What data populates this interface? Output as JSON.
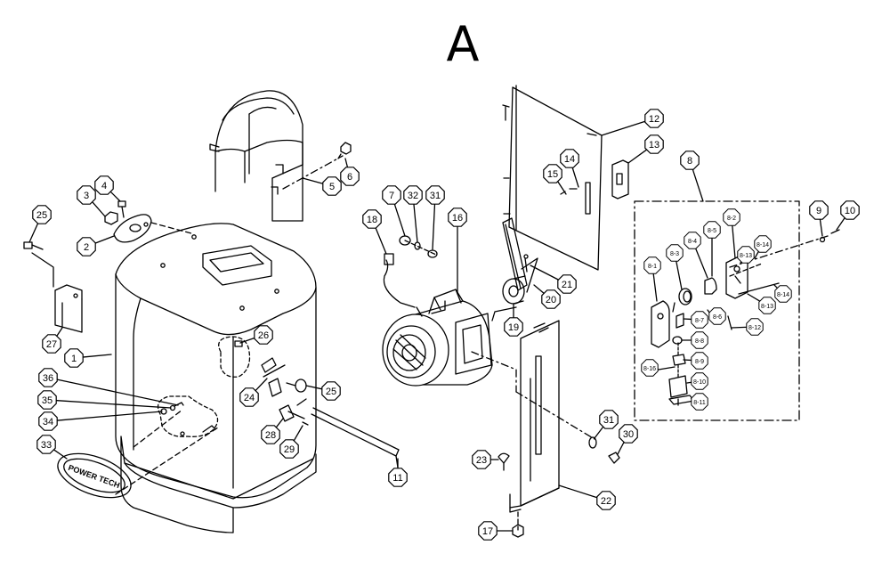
{
  "diagram": {
    "title": "A",
    "brand_plate_text": "POWER TECH",
    "callouts": [
      {
        "id": "c1",
        "label": "1"
      },
      {
        "id": "c2",
        "label": "2"
      },
      {
        "id": "c3",
        "label": "3"
      },
      {
        "id": "c4",
        "label": "4"
      },
      {
        "id": "c5",
        "label": "5"
      },
      {
        "id": "c6",
        "label": "6"
      },
      {
        "id": "c7",
        "label": "7"
      },
      {
        "id": "c8",
        "label": "8"
      },
      {
        "id": "c9",
        "label": "9"
      },
      {
        "id": "c10",
        "label": "10"
      },
      {
        "id": "c11",
        "label": "11"
      },
      {
        "id": "c12",
        "label": "12"
      },
      {
        "id": "c13",
        "label": "13"
      },
      {
        "id": "c14",
        "label": "14"
      },
      {
        "id": "c15",
        "label": "15"
      },
      {
        "id": "c16",
        "label": "16"
      },
      {
        "id": "c17",
        "label": "17"
      },
      {
        "id": "c18",
        "label": "18"
      },
      {
        "id": "c19",
        "label": "19"
      },
      {
        "id": "c20",
        "label": "20"
      },
      {
        "id": "c21",
        "label": "21"
      },
      {
        "id": "c22",
        "label": "22"
      },
      {
        "id": "c23",
        "label": "23"
      },
      {
        "id": "c24",
        "label": "24"
      },
      {
        "id": "c25a",
        "label": "25"
      },
      {
        "id": "c25b",
        "label": "25"
      },
      {
        "id": "c26",
        "label": "26"
      },
      {
        "id": "c27",
        "label": "27"
      },
      {
        "id": "c28",
        "label": "28"
      },
      {
        "id": "c29",
        "label": "29"
      },
      {
        "id": "c30",
        "label": "30"
      },
      {
        "id": "c31a",
        "label": "31"
      },
      {
        "id": "c31b",
        "label": "31"
      },
      {
        "id": "c32",
        "label": "32"
      },
      {
        "id": "c33",
        "label": "33"
      },
      {
        "id": "c34",
        "label": "34"
      },
      {
        "id": "c35",
        "label": "35"
      },
      {
        "id": "c36",
        "label": "36"
      }
    ],
    "sub_labels": [
      {
        "id": "s1",
        "label": "8-1"
      },
      {
        "id": "s2",
        "label": "8-2"
      },
      {
        "id": "s3",
        "label": "8-3"
      },
      {
        "id": "s4",
        "label": "8-4"
      },
      {
        "id": "s5",
        "label": "8-5"
      },
      {
        "id": "s6",
        "label": "8-6"
      },
      {
        "id": "s7",
        "label": "8-7"
      },
      {
        "id": "s8",
        "label": "8-8"
      },
      {
        "id": "s9",
        "label": "8-9"
      },
      {
        "id": "s10",
        "label": "8-10"
      },
      {
        "id": "s11",
        "label": "8-11"
      },
      {
        "id": "s12",
        "label": "8-12"
      },
      {
        "id": "s13a",
        "label": "8-13"
      },
      {
        "id": "s13b",
        "label": "8-13"
      },
      {
        "id": "s14a",
        "label": "8-14"
      },
      {
        "id": "s14b",
        "label": "8-14"
      },
      {
        "id": "s16",
        "label": "8-16"
      }
    ]
  }
}
